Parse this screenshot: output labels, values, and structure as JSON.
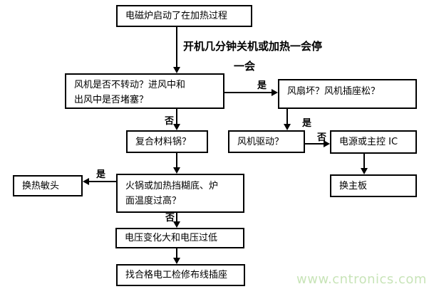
{
  "nodes": {
    "start": {
      "text": "电磁炉启动了在加热过程"
    },
    "fan_check": {
      "text": "风机是否不转动？进风中和\n出风中是否堵塞？"
    },
    "fan_broken": {
      "text": "风扇坏？风机插座松？"
    },
    "composite_pot": {
      "text": "复合材料锅？"
    },
    "fan_drive": {
      "text": "风机驱动？"
    },
    "power_ic": {
      "text": "电源或主控 IC"
    },
    "replace_mainboard": {
      "text": "换主板"
    },
    "replace_thermal_head": {
      "text": "换热敏头"
    },
    "hotpot_overheat": {
      "text": "火锅或加热挡糊底、炉\n面温度过高？"
    },
    "voltage_issue": {
      "text": "电压变化大和电压过低"
    },
    "call_electrician": {
      "text": "找合格电工检修布线插座"
    }
  },
  "annotations": {
    "condition_main": "开机几分钟关机或加热一会停",
    "condition_sub": "一会"
  },
  "edge_labels": {
    "fan_check_yes": "是",
    "fan_check_no": "否",
    "fan_broken_yes": "是",
    "fan_drive_no": "否",
    "hotpot_yes": "是",
    "hotpot_no": "否"
  },
  "watermark": {
    "text": "www.cntronics.com",
    "color": "#c8e4b8"
  },
  "colors": {
    "line": "#000000",
    "background": "#ffffff"
  }
}
